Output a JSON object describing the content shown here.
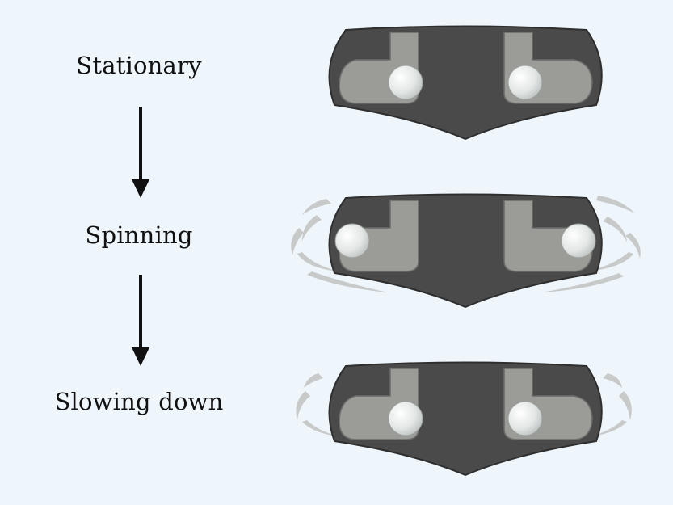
{
  "stages": [
    {
      "label": "Stationary",
      "weight_position": "in",
      "motion_lines": "none"
    },
    {
      "label": "Spinning",
      "weight_position": "out",
      "motion_lines": "strong"
    },
    {
      "label": "Slowing down",
      "weight_position": "in",
      "motion_lines": "faint"
    }
  ],
  "colors": {
    "background": "#eef6fc",
    "body": "#4a4a4a",
    "outline": "#2e2e2e",
    "channel": "#9b9b97",
    "ball": "#e8ece9",
    "motion": "#c8c9c9",
    "text": "#111111"
  }
}
